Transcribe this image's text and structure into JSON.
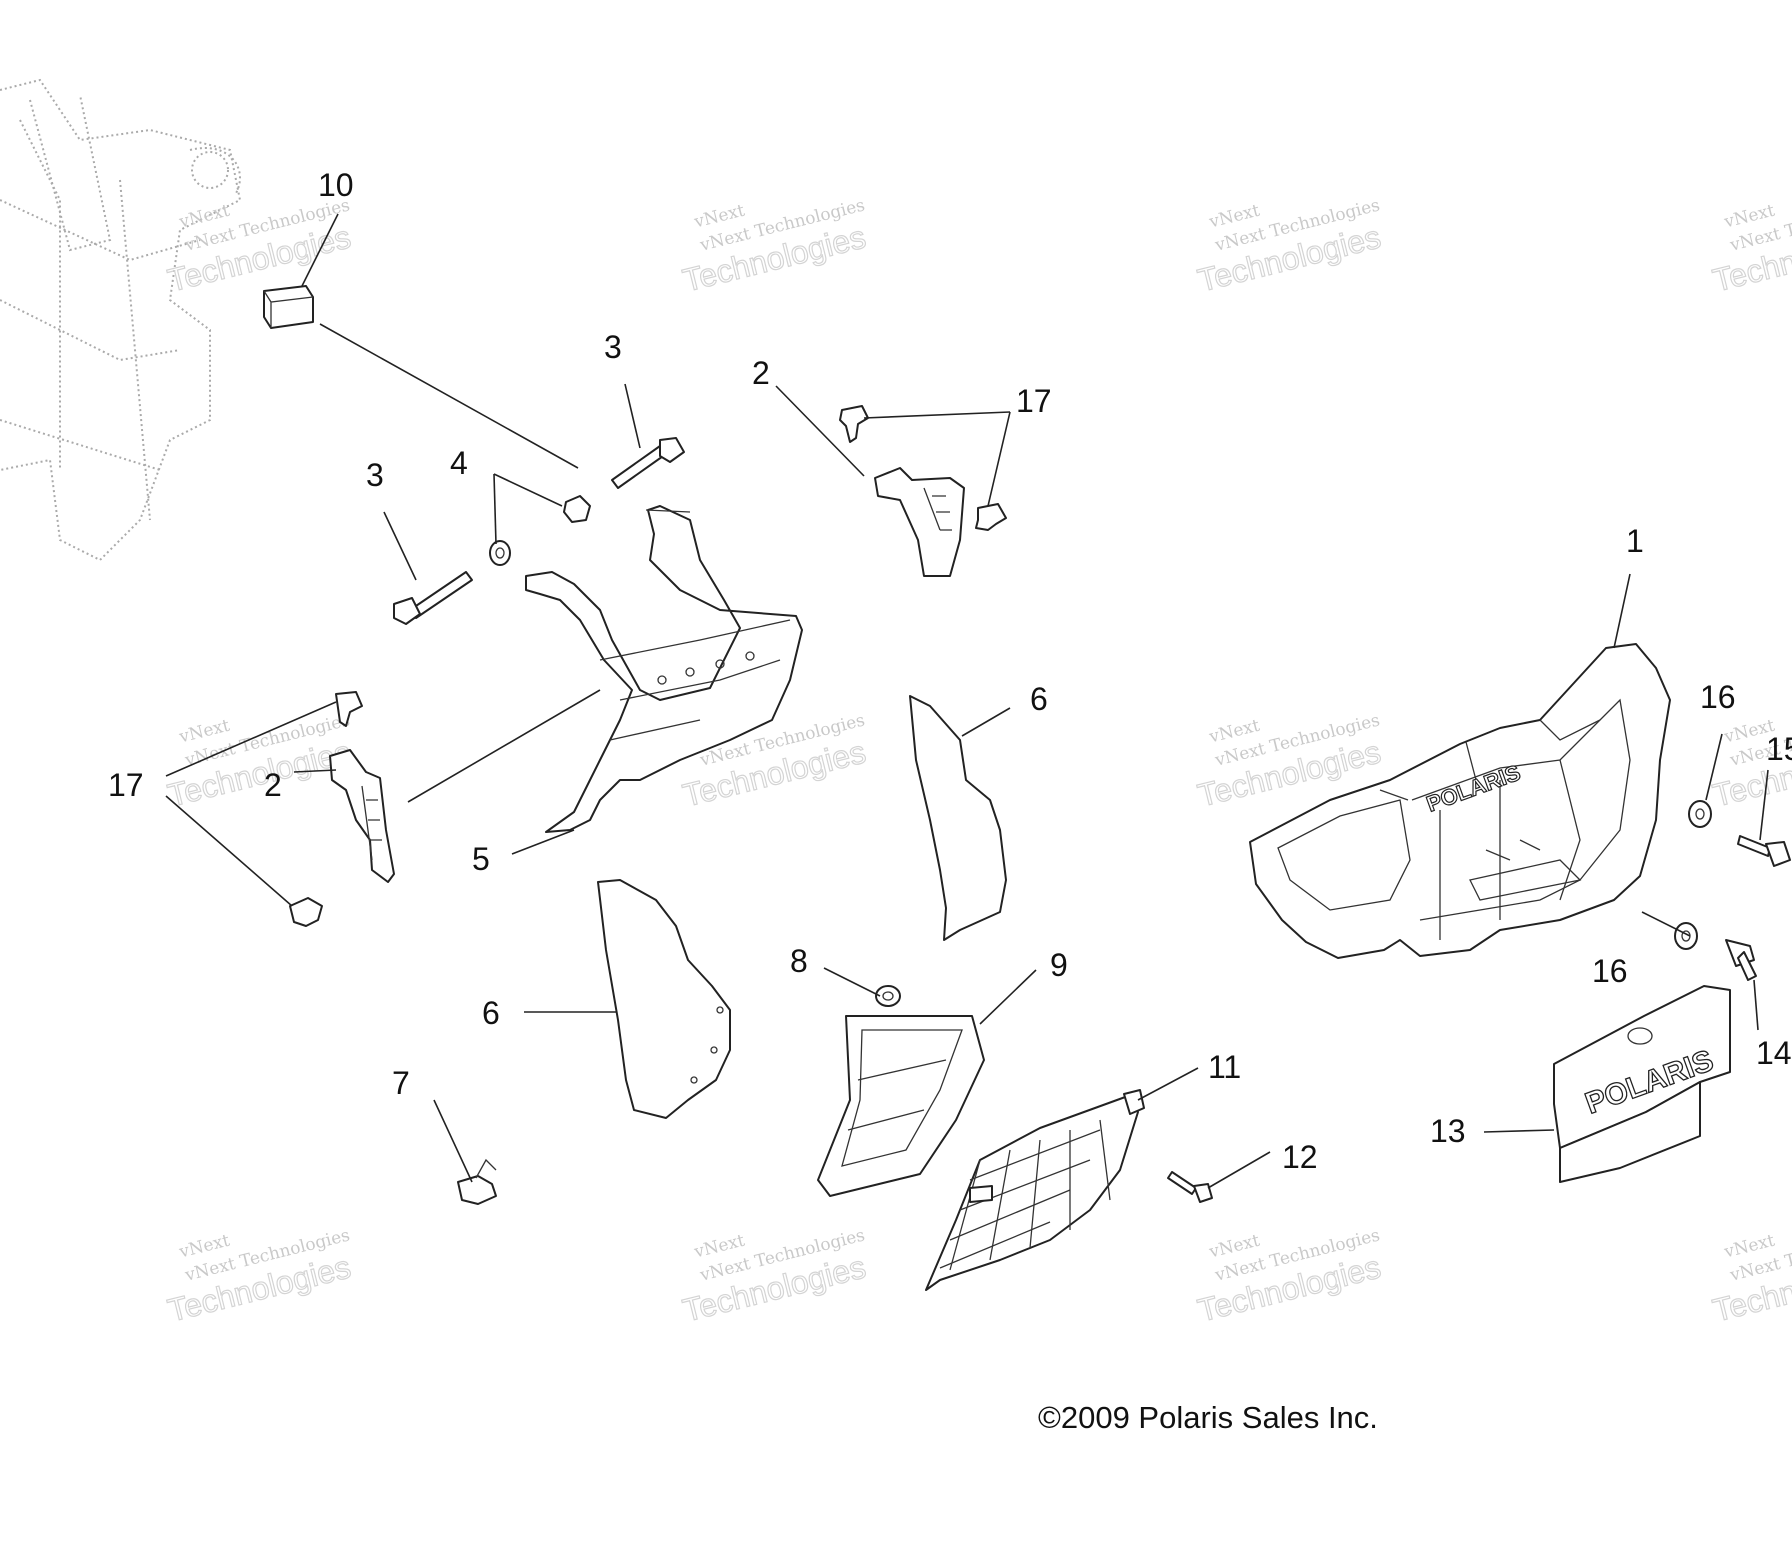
{
  "diagram": {
    "callouts": [
      "10",
      "3",
      "2",
      "17",
      "3",
      "4",
      "1",
      "6",
      "16",
      "15",
      "5",
      "17",
      "2",
      "8",
      "9",
      "16",
      "6",
      "11",
      "14",
      "7",
      "13",
      "12"
    ],
    "copyright": "©2009 Polaris Sales Inc.",
    "logo_text": "POLARIS",
    "watermark": {
      "line1": "vNext Technologies",
      "line2": "Technologies",
      "line3": "vNext"
    }
  }
}
